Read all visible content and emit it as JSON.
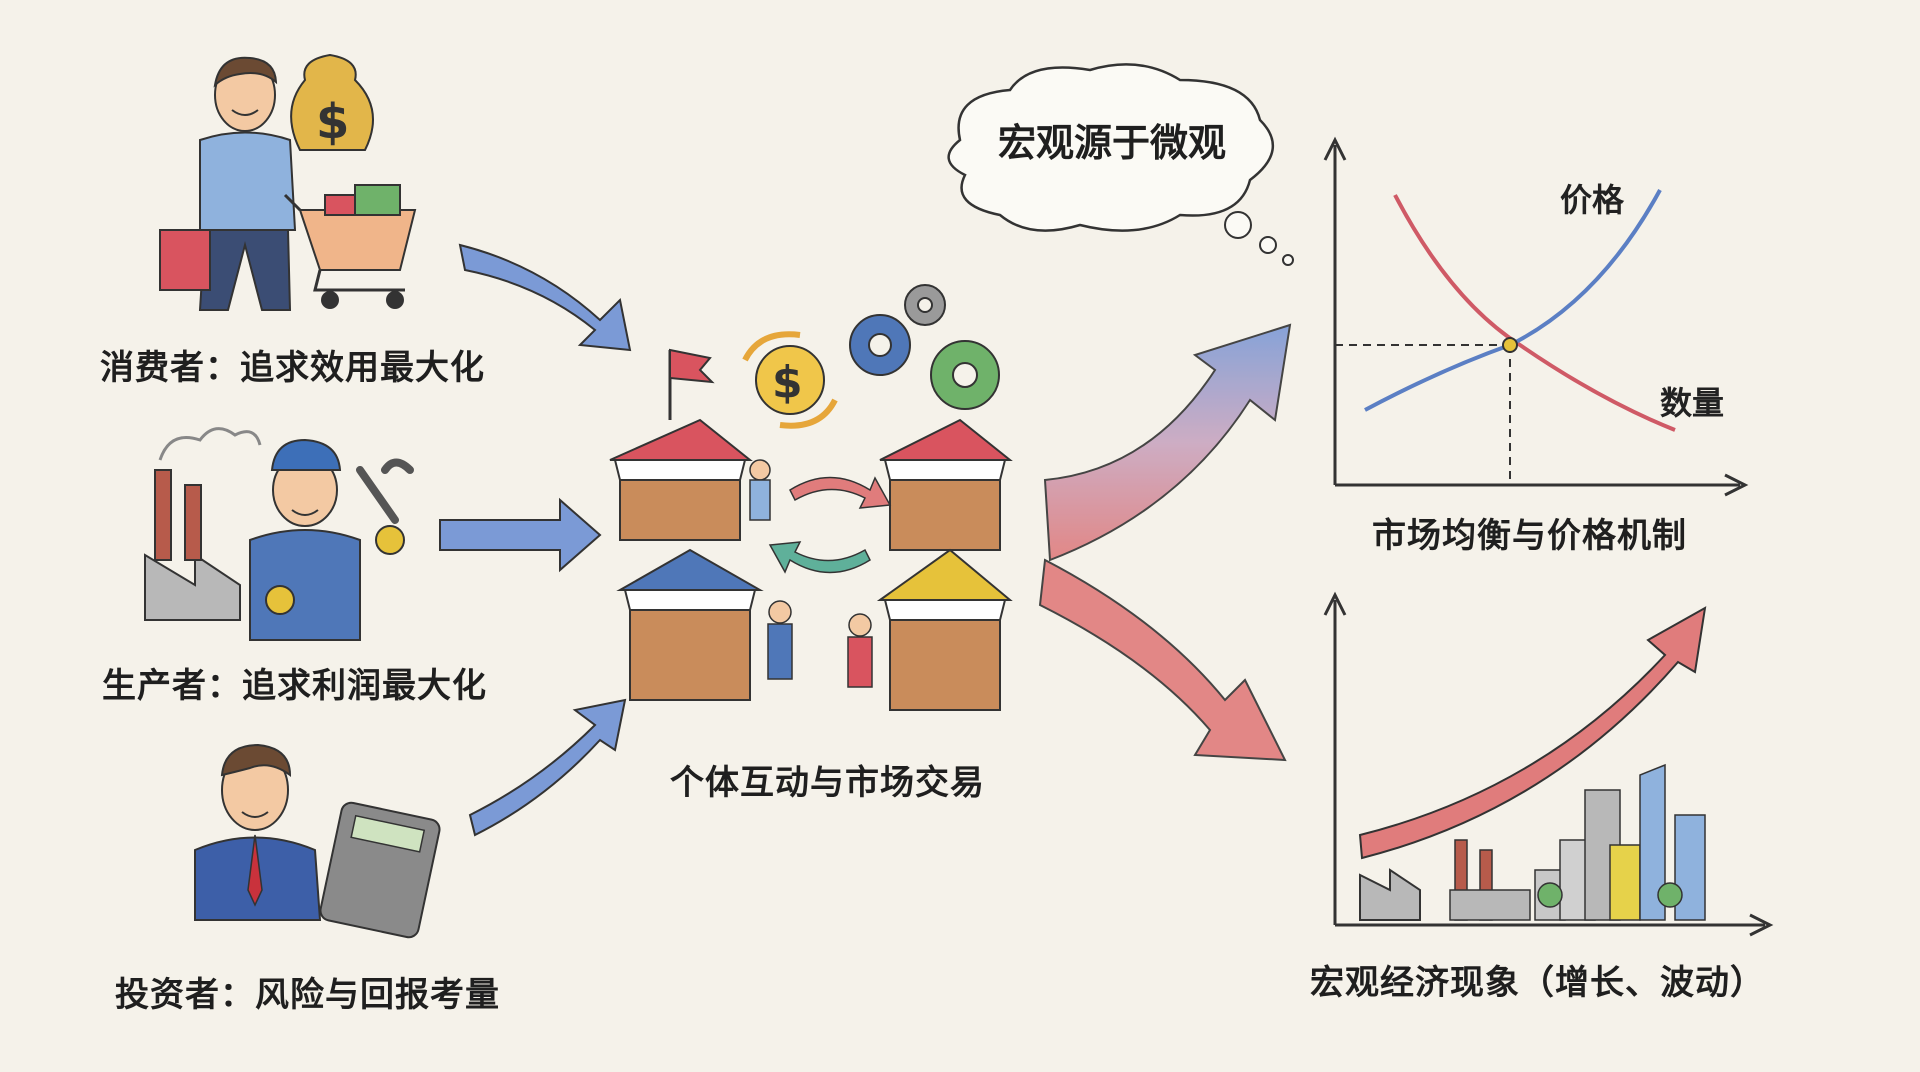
{
  "actors": [
    {
      "id": "consumer",
      "label": "消费者：追求效用最大化"
    },
    {
      "id": "producer",
      "label": "生产者：追求利润最大化"
    },
    {
      "id": "investor",
      "label": "投资者：风险与回报考量"
    }
  ],
  "market": {
    "label": "个体互动与市场交易"
  },
  "thought": {
    "text": "宏观源于微观"
  },
  "equilibrium_chart": {
    "curve_labels": {
      "rising": "价格",
      "falling": "数量"
    },
    "caption": "市场均衡与价格机制"
  },
  "macro_chart": {
    "caption": "宏观经济现象（增长、波动）"
  },
  "colors": {
    "arrow_blue": "#6f8fcf",
    "arrow_red": "#d96a6a",
    "curve_blue": "#5b7fc4",
    "curve_red": "#cf5a66",
    "background": "#f5f2ea"
  }
}
